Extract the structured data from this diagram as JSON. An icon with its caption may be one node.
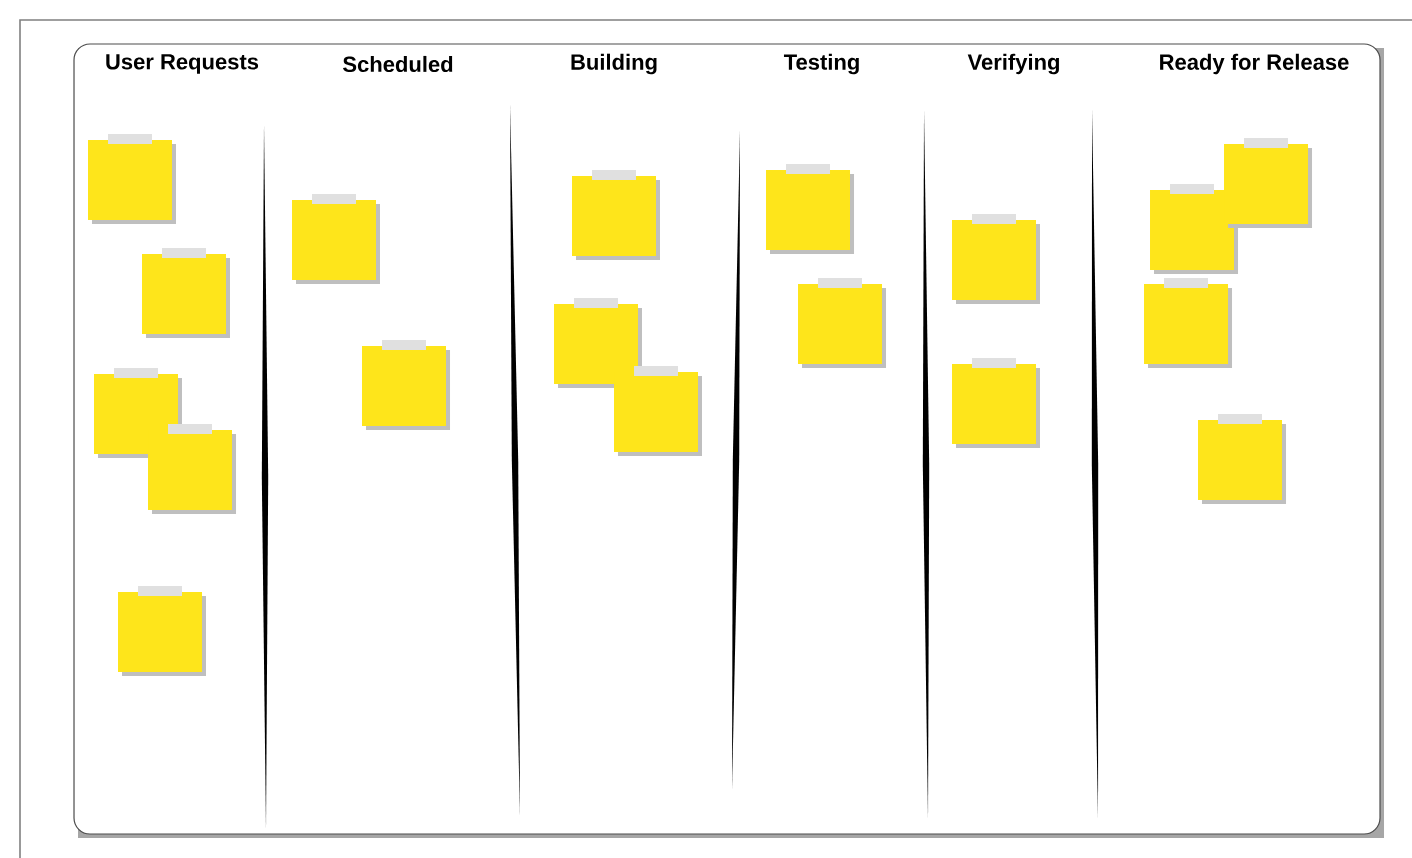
{
  "diagram": {
    "labels": [
      "User Requests",
      "Scheduled",
      "Building",
      "Testing",
      "Verifying",
      "Ready for Release"
    ]
  }
}
